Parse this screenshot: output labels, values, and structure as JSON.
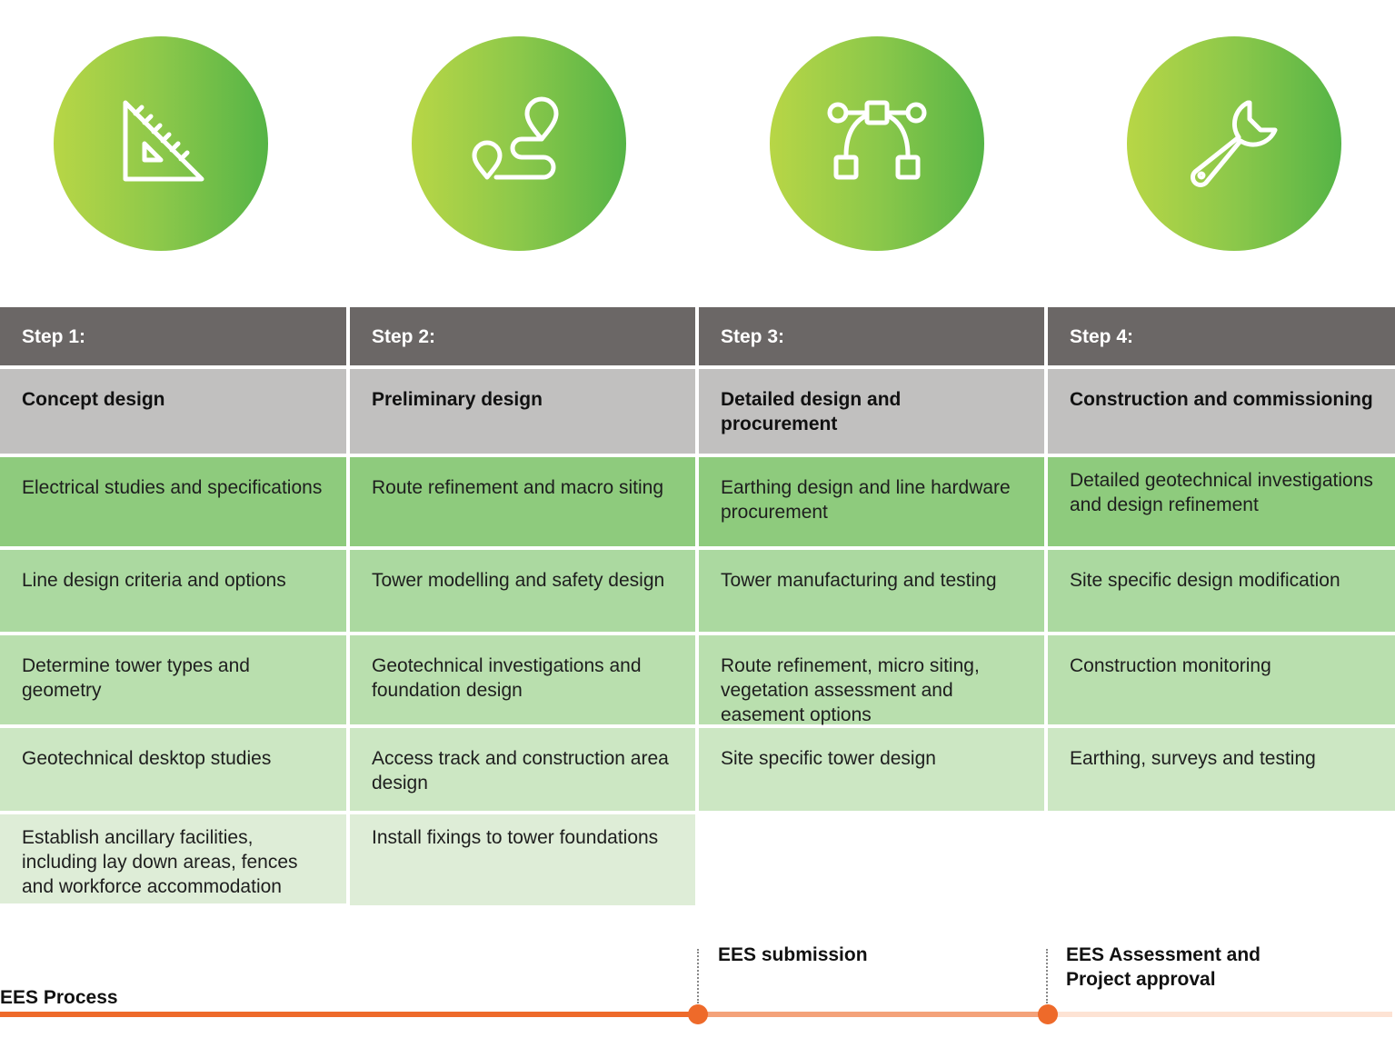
{
  "steps": [
    {
      "step_label": "Step 1:",
      "title": "Concept design",
      "icon": "set-square-icon",
      "items": [
        "Electrical studies and specifications",
        "Line design criteria and options",
        "Determine tower types and geometry",
        "Geotechnical desktop studies",
        "Establish ancillary facilities, including lay down areas, fences and workforce accommodation"
      ]
    },
    {
      "step_label": "Step 2:",
      "title": "Preliminary design",
      "icon": "route-map-icon",
      "items": [
        "Route refinement and macro siting",
        "Tower modelling and safety design",
        "Geotechnical investigations and foundation design",
        "Access track and construction area design",
        "Install fixings to tower foundations"
      ]
    },
    {
      "step_label": "Step 3:",
      "title": "Detailed design and procurement",
      "icon": "bezier-curve-icon",
      "items": [
        "Earthing design and line hardware procurement",
        "Tower manufacturing and testing",
        "Route refinement, micro siting, vegetation assessment and easement options",
        "Site specific tower design"
      ]
    },
    {
      "step_label": "Step 4:",
      "title": "Construction and commissioning",
      "icon": "wrench-icon",
      "items": [
        "Detailed geotechnical investigations and design refinement",
        "Site specific design modification",
        "Construction monitoring",
        "Earthing, surveys and testing"
      ]
    }
  ],
  "timeline": {
    "process_label": "EES Process",
    "milestone_1": "EES submission",
    "milestone_2": "EES Assessment and Project approval",
    "colors": {
      "primary": "#ee6a2a",
      "mid": "#f4a27a",
      "light": "#fde3d4"
    }
  },
  "colors": {
    "header": "#6b6766",
    "title": "#c1c0bf",
    "rows": [
      "#8ecb7d",
      "#abd9a0",
      "#b9dfae",
      "#cce7c3",
      "#deedd7"
    ],
    "circle_gradient": [
      "#b8d646",
      "#55b446"
    ]
  }
}
